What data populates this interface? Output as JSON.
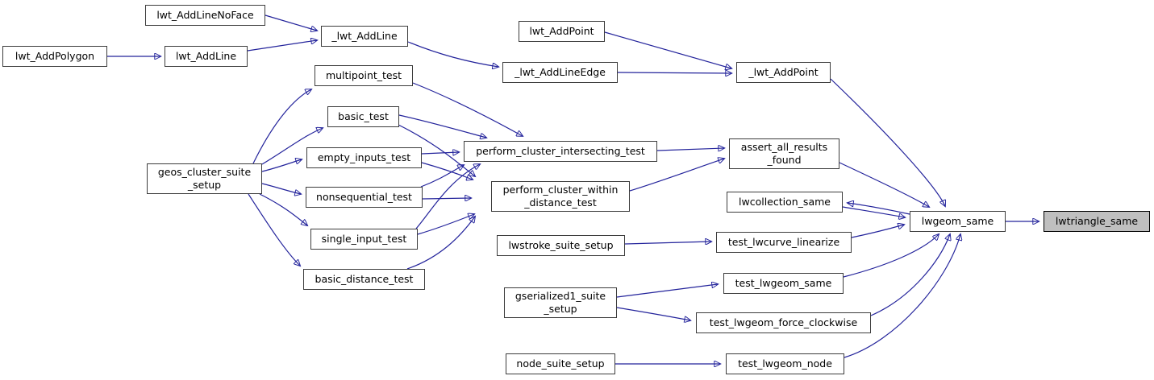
{
  "diagram": {
    "kind": "doxygen-call-graph",
    "edge_color": "#23239b",
    "node_border_color": "#3c3c3c",
    "highlight_fill": "#bfbfbf",
    "highlighted_node": "lwtriangle_same",
    "nodes": [
      {
        "id": "lwt_AddLineNoFace",
        "label": "lwt_AddLineNoFace"
      },
      {
        "id": "lwt_AddPolygon",
        "label": "lwt_AddPolygon"
      },
      {
        "id": "lwt_AddLine",
        "label": "lwt_AddLine"
      },
      {
        "id": "_lwt_AddLine",
        "label": "_lwt_AddLine"
      },
      {
        "id": "multipoint_test",
        "label": "multipoint_test"
      },
      {
        "id": "lwt_AddPoint",
        "label": "lwt_AddPoint"
      },
      {
        "id": "_lwt_AddLineEdge",
        "label": "_lwt_AddLineEdge"
      },
      {
        "id": "_lwt_AddPoint",
        "label": "_lwt_AddPoint"
      },
      {
        "id": "basic_test",
        "label": "basic_test"
      },
      {
        "id": "empty_inputs_test",
        "label": "empty_inputs_test"
      },
      {
        "id": "geos_cluster_suite_setup",
        "label": "geos_cluster_suite\n_setup"
      },
      {
        "id": "nonsequential_test",
        "label": "nonsequential_test"
      },
      {
        "id": "single_input_test",
        "label": "single_input_test"
      },
      {
        "id": "basic_distance_test",
        "label": "basic_distance_test"
      },
      {
        "id": "perform_cluster_intersecting_test",
        "label": "perform_cluster_intersecting_test"
      },
      {
        "id": "perform_cluster_within_distance_test",
        "label": "perform_cluster_within\n_distance_test"
      },
      {
        "id": "lwstroke_suite_setup",
        "label": "lwstroke_suite_setup"
      },
      {
        "id": "assert_all_results_found",
        "label": "assert_all_results\n_found"
      },
      {
        "id": "lwcollection_same",
        "label": "lwcollection_same"
      },
      {
        "id": "test_lwcurve_linearize",
        "label": "test_lwcurve_linearize"
      },
      {
        "id": "lwgeom_same",
        "label": "lwgeom_same"
      },
      {
        "id": "lwtriangle_same",
        "label": "lwtriangle_same",
        "highlighted": true
      },
      {
        "id": "test_lwgeom_same",
        "label": "test_lwgeom_same"
      },
      {
        "id": "gserialized1_suite_setup",
        "label": "gserialized1_suite\n_setup"
      },
      {
        "id": "test_lwgeom_force_clockwise",
        "label": "test_lwgeom_force_clockwise"
      },
      {
        "id": "node_suite_setup",
        "label": "node_suite_setup"
      },
      {
        "id": "test_lwgeom_node",
        "label": "test_lwgeom_node"
      }
    ],
    "edges": [
      {
        "from": "lwt_AddLineNoFace",
        "to": "_lwt_AddLine"
      },
      {
        "from": "lwt_AddPolygon",
        "to": "lwt_AddLine"
      },
      {
        "from": "lwt_AddLine",
        "to": "_lwt_AddLine"
      },
      {
        "from": "_lwt_AddLine",
        "to": "_lwt_AddLineEdge"
      },
      {
        "from": "lwt_AddPoint",
        "to": "_lwt_AddPoint"
      },
      {
        "from": "_lwt_AddLineEdge",
        "to": "_lwt_AddPoint"
      },
      {
        "from": "_lwt_AddPoint",
        "to": "lwgeom_same"
      },
      {
        "from": "geos_cluster_suite_setup",
        "to": "multipoint_test"
      },
      {
        "from": "geos_cluster_suite_setup",
        "to": "basic_test"
      },
      {
        "from": "geos_cluster_suite_setup",
        "to": "empty_inputs_test"
      },
      {
        "from": "geos_cluster_suite_setup",
        "to": "nonsequential_test"
      },
      {
        "from": "geos_cluster_suite_setup",
        "to": "single_input_test"
      },
      {
        "from": "geos_cluster_suite_setup",
        "to": "basic_distance_test"
      },
      {
        "from": "multipoint_test",
        "to": "perform_cluster_intersecting_test"
      },
      {
        "from": "basic_test",
        "to": "perform_cluster_intersecting_test"
      },
      {
        "from": "basic_test",
        "to": "perform_cluster_within_distance_test"
      },
      {
        "from": "empty_inputs_test",
        "to": "perform_cluster_intersecting_test"
      },
      {
        "from": "empty_inputs_test",
        "to": "perform_cluster_within_distance_test"
      },
      {
        "from": "nonsequential_test",
        "to": "perform_cluster_intersecting_test"
      },
      {
        "from": "nonsequential_test",
        "to": "perform_cluster_within_distance_test"
      },
      {
        "from": "single_input_test",
        "to": "perform_cluster_intersecting_test"
      },
      {
        "from": "single_input_test",
        "to": "perform_cluster_within_distance_test"
      },
      {
        "from": "basic_distance_test",
        "to": "perform_cluster_within_distance_test"
      },
      {
        "from": "perform_cluster_intersecting_test",
        "to": "assert_all_results_found"
      },
      {
        "from": "perform_cluster_within_distance_test",
        "to": "assert_all_results_found"
      },
      {
        "from": "assert_all_results_found",
        "to": "lwgeom_same"
      },
      {
        "from": "lwcollection_same",
        "to": "lwgeom_same"
      },
      {
        "from": "lwgeom_same",
        "to": "lwcollection_same"
      },
      {
        "from": "lwstroke_suite_setup",
        "to": "test_lwcurve_linearize"
      },
      {
        "from": "test_lwcurve_linearize",
        "to": "lwgeom_same"
      },
      {
        "from": "gserialized1_suite_setup",
        "to": "test_lwgeom_same"
      },
      {
        "from": "gserialized1_suite_setup",
        "to": "test_lwgeom_force_clockwise"
      },
      {
        "from": "test_lwgeom_same",
        "to": "lwgeom_same"
      },
      {
        "from": "test_lwgeom_force_clockwise",
        "to": "lwgeom_same"
      },
      {
        "from": "node_suite_setup",
        "to": "test_lwgeom_node"
      },
      {
        "from": "test_lwgeom_node",
        "to": "lwgeom_same"
      },
      {
        "from": "lwgeom_same",
        "to": "lwtriangle_same"
      }
    ]
  }
}
